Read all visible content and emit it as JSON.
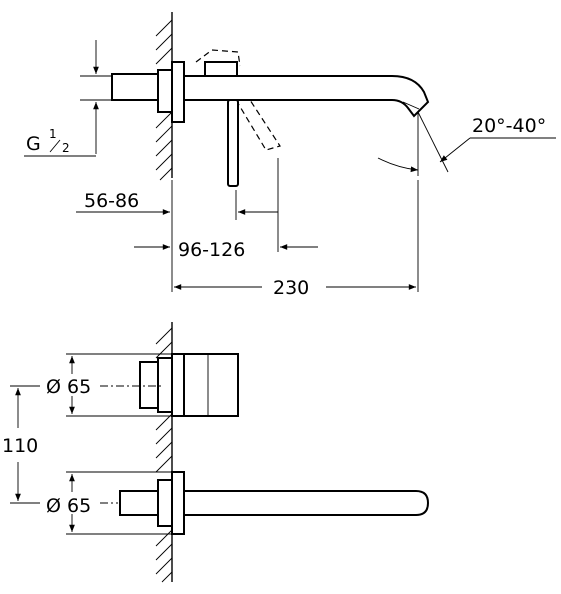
{
  "dimensions": {
    "thread_label": "G",
    "thread_num": "1",
    "thread_den": "2",
    "angle_range": "20°-40°",
    "wall_depth_range": "56-86",
    "lever_offset_range": "96-126",
    "spout_length": "230",
    "upper_rosette_diameter": "Ø 65",
    "lower_rosette_diameter": "Ø 65",
    "vertical_spacing": "110"
  }
}
